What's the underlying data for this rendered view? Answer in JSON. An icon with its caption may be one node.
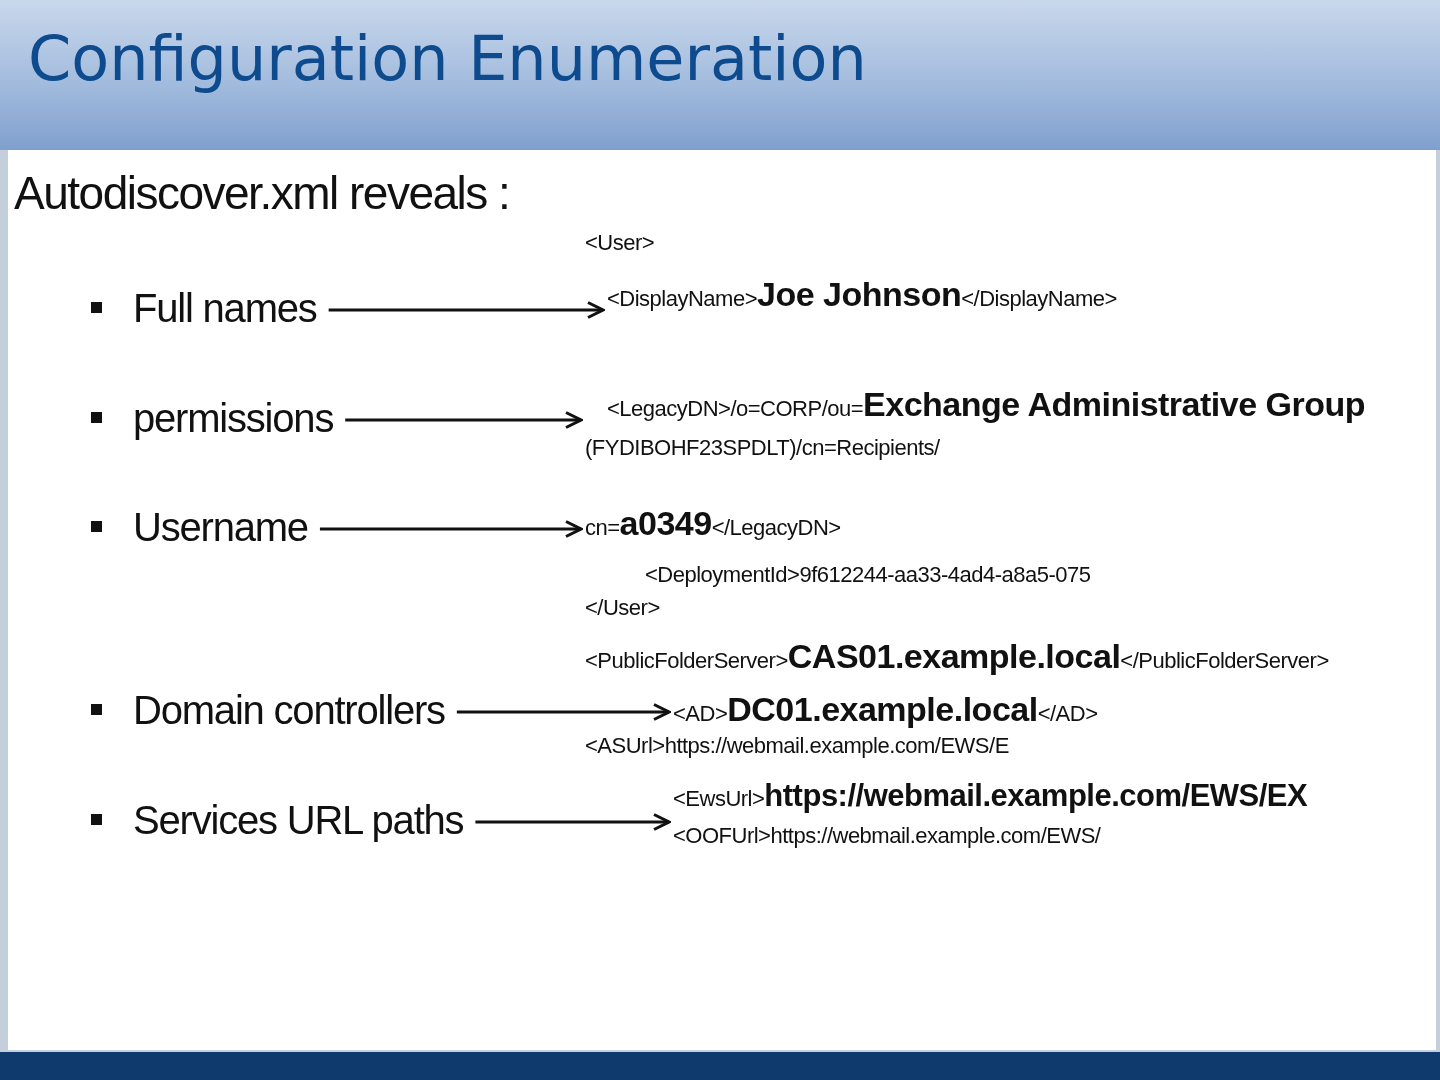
{
  "diagram": {
    "title": "Configuration Enumeration",
    "nodes": [
      {
        "text": [
          "Full names"
        ]
      },
      {
        "text": [
          "<DisplayName>**Joe Johnson**</DisplayName>"
        ]
      },
      {
        "text": [
          "permissions"
        ]
      },
      {
        "text": [
          "<LegacyDN>/o=CORP/ou=**Exchange Administrative Group** (FYDIBOHF23SPDLT)/cn=Recipients/"
        ]
      },
      {
        "text": [
          "Username"
        ]
      },
      {
        "text": [
          "cn=**a0349**</LegacyDN>"
        ]
      },
      {
        "text": [
          "Domain controllers"
        ]
      },
      {
        "text": [
          "<AD>**DC01.example.local**</AD>"
        ]
      },
      {
        "text": [
          "Services URL paths"
        ]
      },
      {
        "text": [
          "<EwsUrl>**https://webmail.example.com/EWS/EX**"
        ]
      }
    ],
    "edges": [
      {
        "from": 0,
        "to": 1,
        "arrow": "to"
      },
      {
        "from": 2,
        "to": 3,
        "arrow": "to"
      },
      {
        "from": 4,
        "to": 5,
        "arrow": "to"
      },
      {
        "from": 6,
        "to": 7,
        "arrow": "to"
      },
      {
        "from": 8,
        "to": 9,
        "arrow": "to"
      }
    ],
    "labels": [
      "Autodiscover.xml reveals :",
      "<User>",
      "<DeploymentId>9f612244-aa33-4ad4-a8a5-075",
      "</User>",
      "<PublicFolderServer>**CAS01.example.local**</PublicFolderServer>",
      "<ASUrl>https://webmail.example.com/EWS/E",
      "<OOFUrl>https://webmail.example.com/EWS/"
    ]
  }
}
